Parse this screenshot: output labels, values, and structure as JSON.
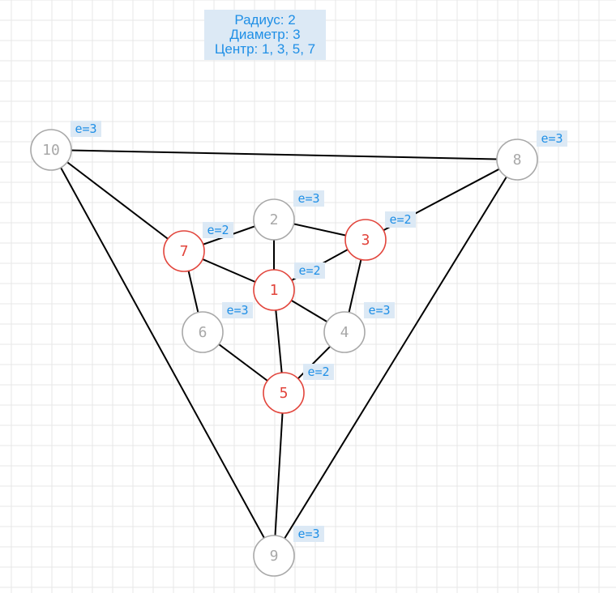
{
  "info": {
    "radius": "Радиус: 2",
    "diameter": "Диаметр: 3",
    "center": "Центр: 1, 3, 5, 7"
  },
  "colors": {
    "grid": "#e7e7e7",
    "edge": "#000000",
    "center_node": "#e2443b",
    "normal_node": "#a8a8a8",
    "badge_bg": "#dce9f5",
    "badge_text": "#1f8fe6"
  },
  "nodes": [
    {
      "id": "1",
      "center": true,
      "ecc": "e=2"
    },
    {
      "id": "2",
      "center": false,
      "ecc": "e=3"
    },
    {
      "id": "3",
      "center": true,
      "ecc": "e=2"
    },
    {
      "id": "4",
      "center": false,
      "ecc": "e=3"
    },
    {
      "id": "5",
      "center": true,
      "ecc": "e=2"
    },
    {
      "id": "6",
      "center": false,
      "ecc": "e=3"
    },
    {
      "id": "7",
      "center": true,
      "ecc": "e=2"
    },
    {
      "id": "8",
      "center": false,
      "ecc": "e=3"
    },
    {
      "id": "9",
      "center": false,
      "ecc": "e=3"
    },
    {
      "id": "10",
      "center": false,
      "ecc": "e=3"
    }
  ],
  "edges": [
    [
      "10",
      "8"
    ],
    [
      "10",
      "7"
    ],
    [
      "10",
      "9"
    ],
    [
      "8",
      "3"
    ],
    [
      "8",
      "9"
    ],
    [
      "2",
      "7"
    ],
    [
      "2",
      "3"
    ],
    [
      "2",
      "1"
    ],
    [
      "7",
      "1"
    ],
    [
      "7",
      "6"
    ],
    [
      "3",
      "1"
    ],
    [
      "3",
      "4"
    ],
    [
      "1",
      "4"
    ],
    [
      "1",
      "5"
    ],
    [
      "6",
      "5"
    ],
    [
      "4",
      "5"
    ],
    [
      "5",
      "9"
    ]
  ]
}
